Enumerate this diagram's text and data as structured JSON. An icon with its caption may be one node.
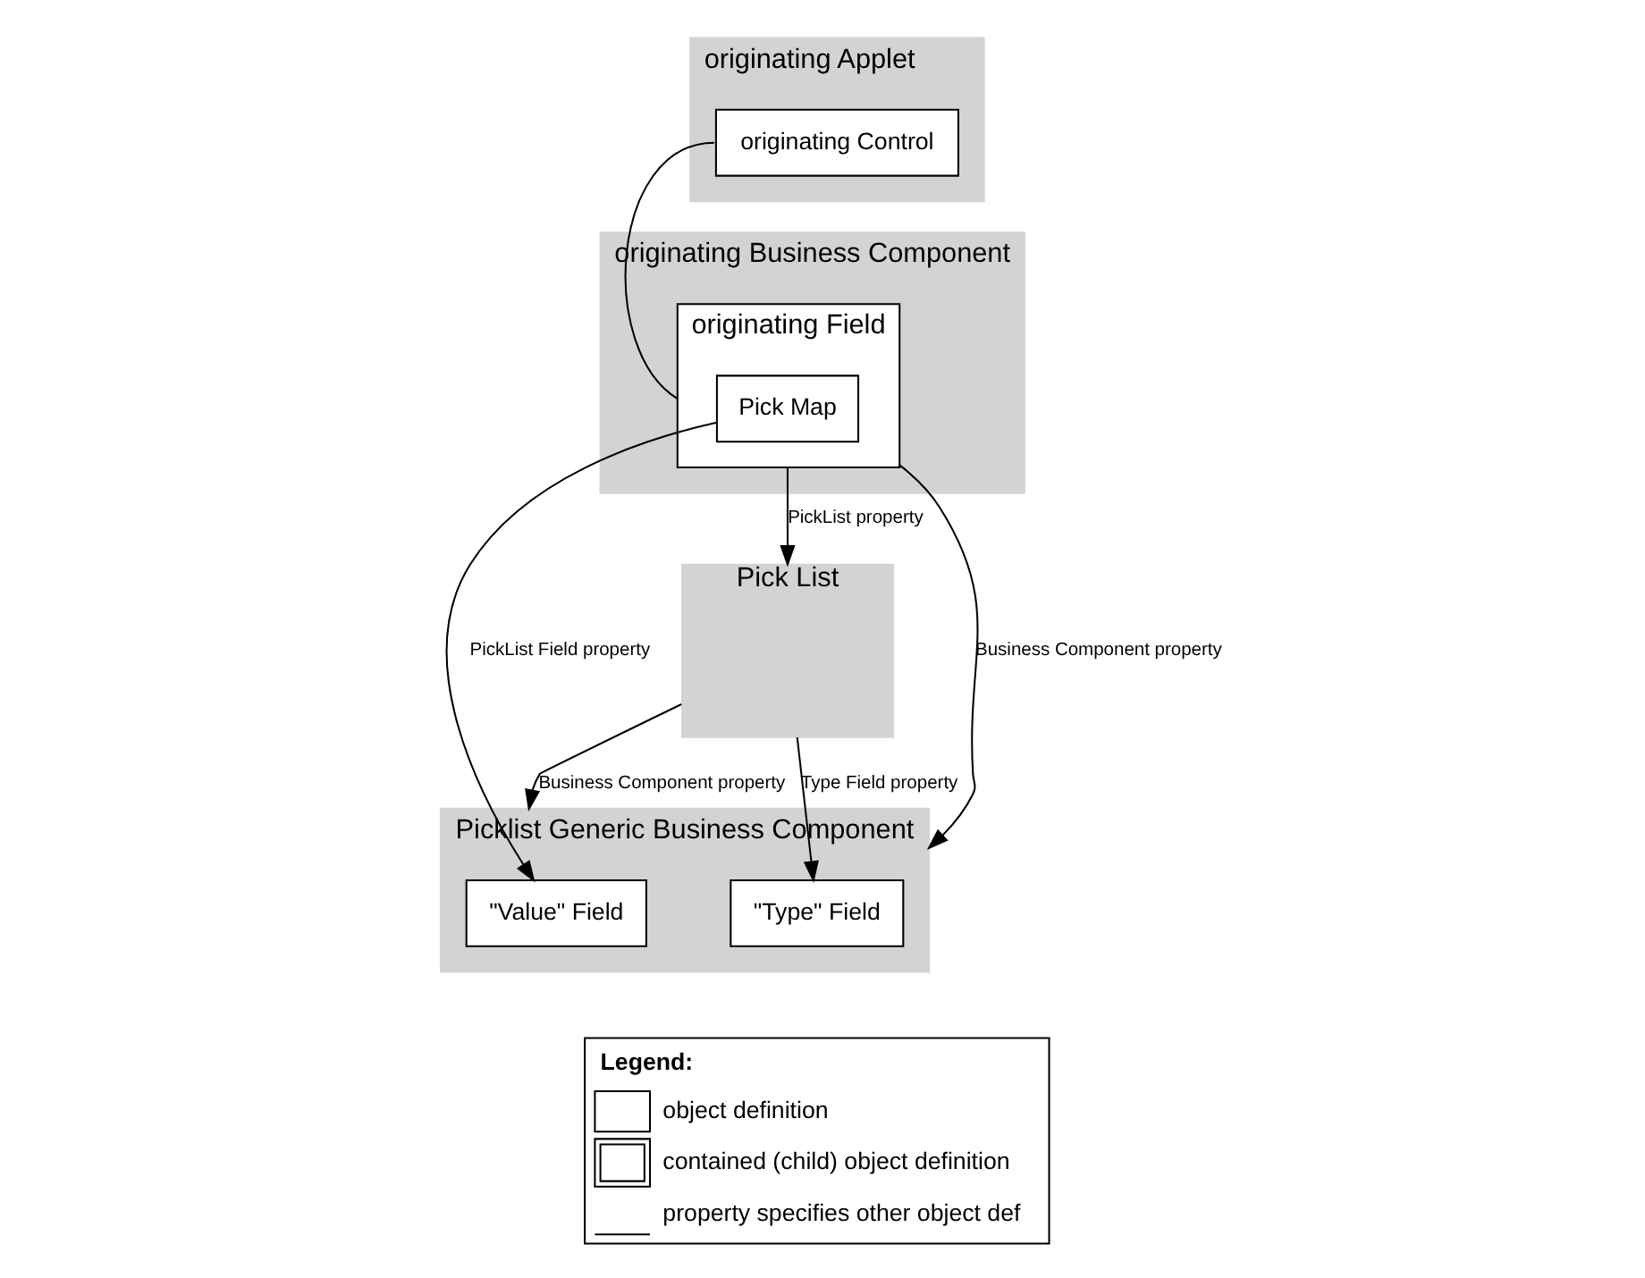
{
  "diagram": {
    "nodes": [
      {
        "text": [
          "originating Applet"
        ]
      },
      {
        "text": [
          "originating Control"
        ],
        "in": 0
      },
      {
        "text": [
          "originating Business Component"
        ]
      },
      {
        "text": [
          "originating Field"
        ],
        "in": 2
      },
      {
        "text": [
          "Pick Map"
        ],
        "in": 3
      },
      {
        "text": [
          "Picklist Generic Business Component"
        ]
      },
      {
        "text": [
          "\"Value\" Field"
        ],
        "in": 5
      },
      {
        "text": [
          "\"Type\" Field"
        ],
        "in": 5
      },
      {
        "text": [
          "Pick List"
        ]
      }
    ],
    "edges": [
      {
        "from": 1,
        "to": 3,
        "arrow": "none"
      },
      {
        "from": 3,
        "to": 5,
        "arrow": "to",
        "label": "Business Component property"
      },
      {
        "from": 4,
        "to": 6,
        "arrow": "to",
        "label": "PickList Field property"
      },
      {
        "from": 3,
        "to": 8,
        "arrow": "to",
        "label": "PickList property"
      },
      {
        "from": 8,
        "to": 7,
        "arrow": "to",
        "label": "Type Field property"
      },
      {
        "from": 8,
        "to": 5,
        "arrow": "to",
        "label": "Business Component property"
      }
    ],
    "labels": [
      "Legend:"
    ],
    "legend": [
      {
        "text": "object definition"
      },
      {
        "text": "contained (child) object definition"
      },
      {
        "text": "property specifies other object def"
      }
    ]
  }
}
